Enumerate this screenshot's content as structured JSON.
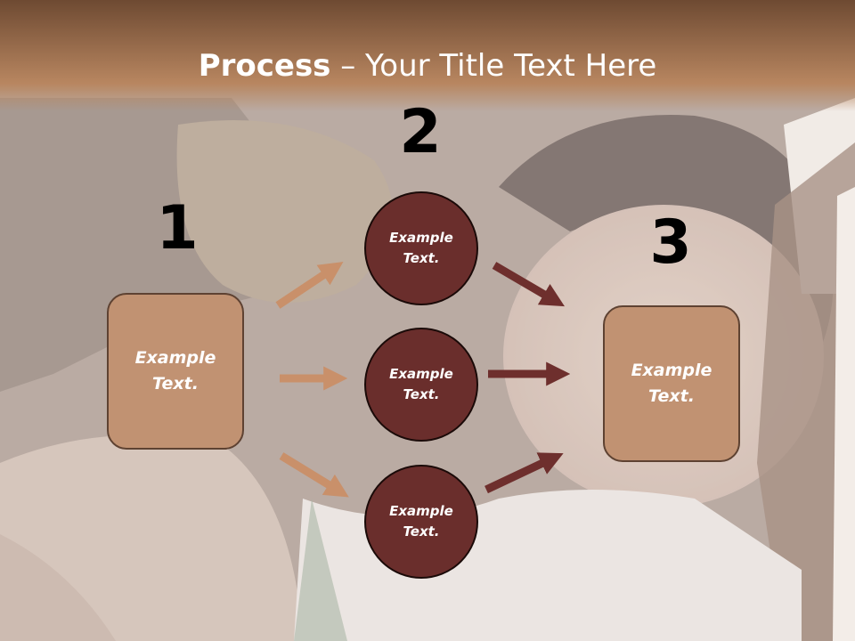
{
  "title": {
    "bold": "Process",
    "rest": " – Your Title Text Here"
  },
  "steps": [
    {
      "number": "1",
      "text": "Example\nText."
    },
    {
      "number": "2",
      "text": "Example\nText."
    },
    {
      "number": "3",
      "text": "Example\nText."
    }
  ],
  "circles": [
    {
      "text": "Example\nText."
    },
    {
      "text": "Example\nText."
    },
    {
      "text": "Example\nText."
    }
  ],
  "colors": {
    "title_bar_top": "#6e4a32",
    "title_bar_bottom": "#b88660",
    "box_fill": "#c19272",
    "circle_fill": "#6a2e2c",
    "arrow_tan": "#c9906a",
    "arrow_dark": "#6e2f2d"
  },
  "background_image": "photo-of-laughing-woman-washed-out"
}
